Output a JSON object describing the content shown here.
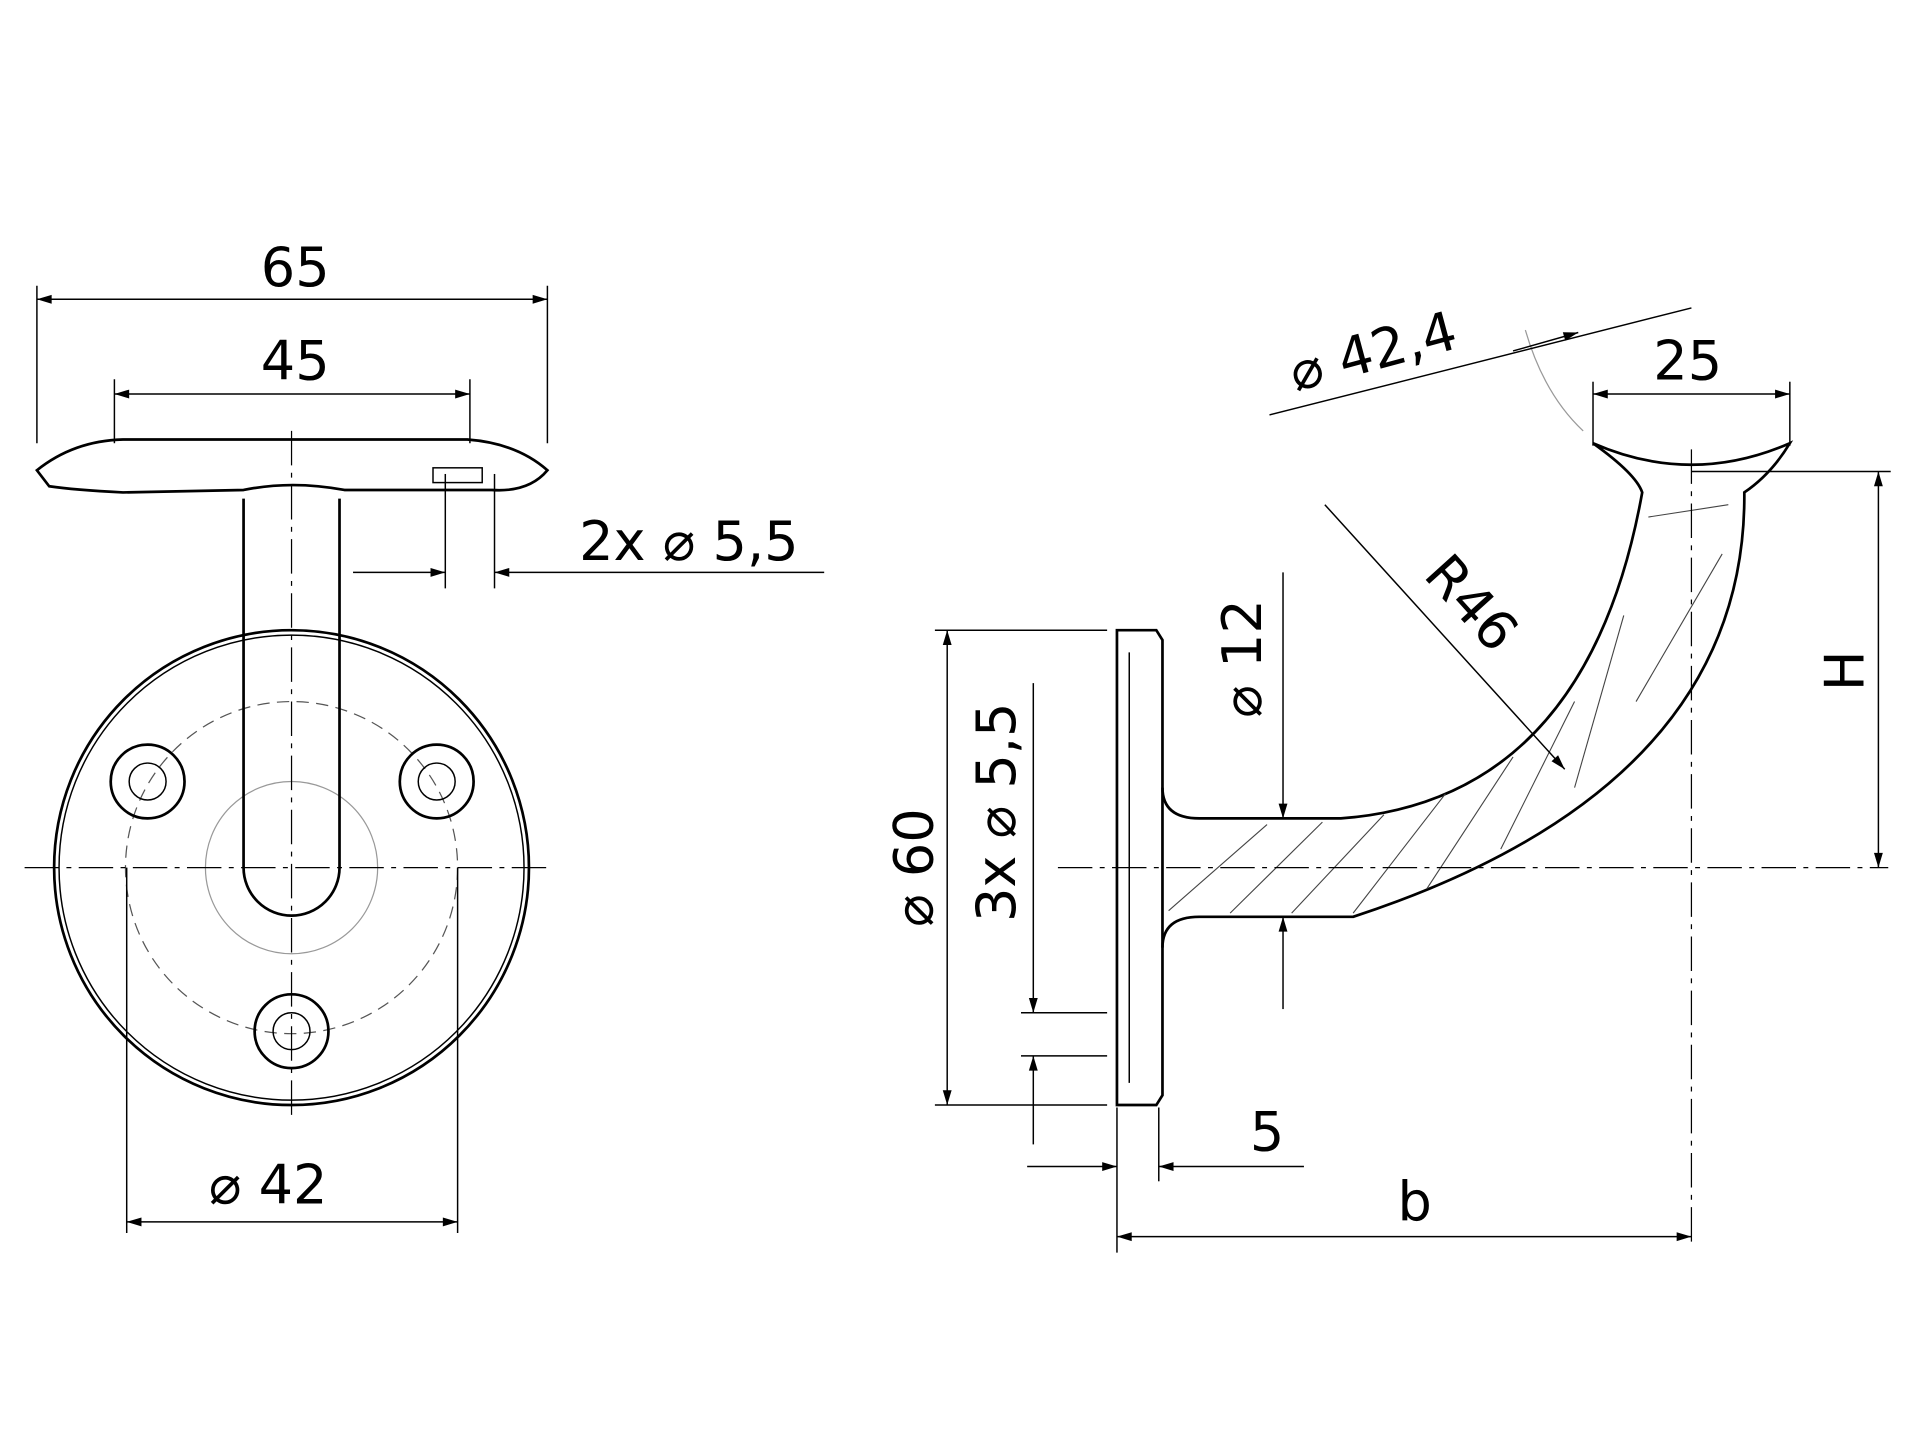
{
  "front_view": {
    "dim_overall_width": "65",
    "dim_saddle_width": "45",
    "dim_saddle_holes": "2x ⌀ 5,5",
    "dim_bolt_circle": "⌀ 42"
  },
  "side_view": {
    "dim_rail_diameter": "⌀ 42,4",
    "dim_saddle_offset": "25",
    "dim_height": "H",
    "dim_radius": "R46",
    "dim_arm_diameter": "⌀ 12",
    "dim_plate_diameter": "⌀ 60",
    "dim_plate_holes": "3x ⌀ 5,5",
    "dim_plate_thickness": "5",
    "dim_projection": "b"
  }
}
